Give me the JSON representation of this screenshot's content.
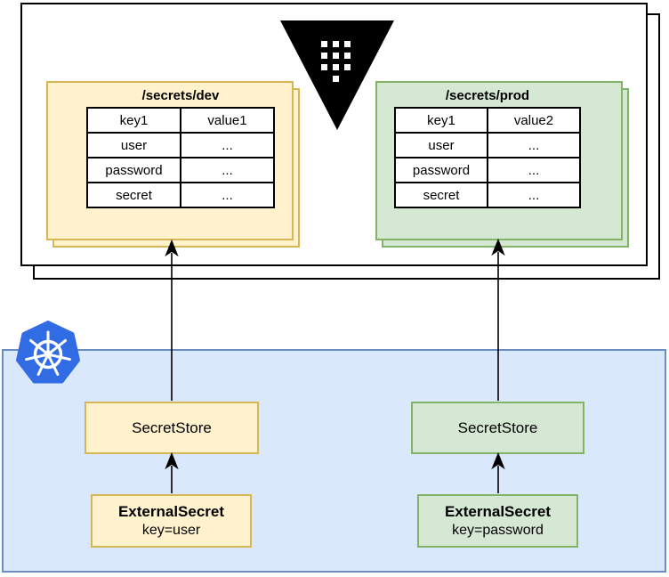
{
  "diagram": {
    "vault_region": {
      "icon": "vault-logo",
      "logo_color": "#000000",
      "secret_paths": [
        {
          "title": "/secrets/dev",
          "fill": "#FFF2CC",
          "stroke": "#D6B656",
          "rows": [
            [
              "key1",
              "value1"
            ],
            [
              "user",
              "..."
            ],
            [
              "password",
              "..."
            ],
            [
              "secret",
              "..."
            ]
          ]
        },
        {
          "title": "/secrets/prod",
          "fill": "#D5E8D4",
          "stroke": "#82B366",
          "rows": [
            [
              "key1",
              "value2"
            ],
            [
              "user",
              "..."
            ],
            [
              "password",
              "..."
            ],
            [
              "secret",
              "..."
            ]
          ]
        }
      ]
    },
    "kubernetes_region": {
      "icon": "kubernetes-logo",
      "fill": "#DAE8FC",
      "stroke": "#6C8EBF",
      "logo_color": "#326CE5",
      "secret_stores": [
        {
          "label": "SecretStore",
          "fill": "#FFF2CC",
          "stroke": "#D6B656"
        },
        {
          "label": "SecretStore",
          "fill": "#D5E8D4",
          "stroke": "#82B366"
        }
      ],
      "external_secrets": [
        {
          "name": "ExternalSecret",
          "key": "key=user",
          "fill": "#FFF2CC",
          "stroke": "#D6B656"
        },
        {
          "name": "ExternalSecret",
          "key": "key=password",
          "fill": "#D5E8D4",
          "stroke": "#82B366"
        }
      ]
    }
  }
}
